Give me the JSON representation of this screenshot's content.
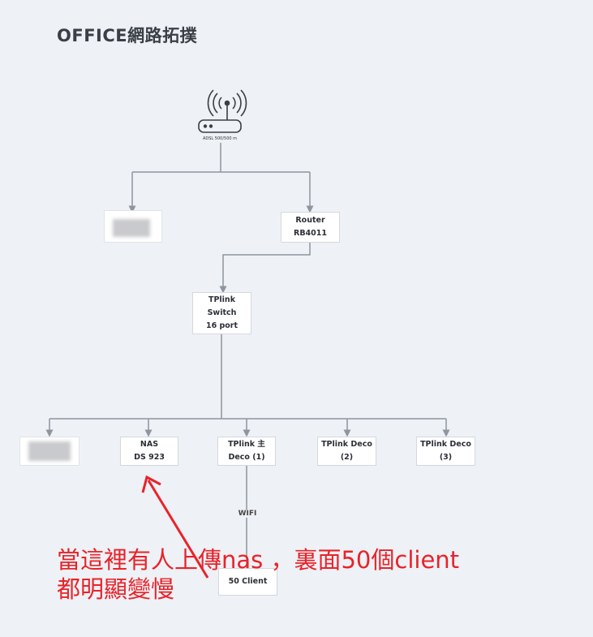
{
  "title": "OFFICE網路拓撲",
  "modem": {
    "label": "ADSL 500/500 m",
    "icon": "wifi-router-icon"
  },
  "nodes": {
    "router": [
      "Router",
      "RB4011"
    ],
    "switch": [
      "TPlink",
      "Switch",
      "16 port"
    ],
    "nas": [
      "NAS",
      "DS 923"
    ],
    "deco_main": [
      "TPlink 主",
      "Deco (1)"
    ],
    "deco2": [
      "TPlink Deco",
      "(2)"
    ],
    "deco3": [
      "TPlink Deco",
      "(3)"
    ],
    "clients": [
      "50 Client"
    ]
  },
  "wifi_label": "WIFI",
  "annotation": {
    "line1": "當這裡有人上傳nas ，裏面50個client",
    "line2": "都明顯變慢"
  },
  "colors": {
    "wire": "#8e959e",
    "annotation": "#e8232a",
    "node_border": "#d4d8de"
  }
}
